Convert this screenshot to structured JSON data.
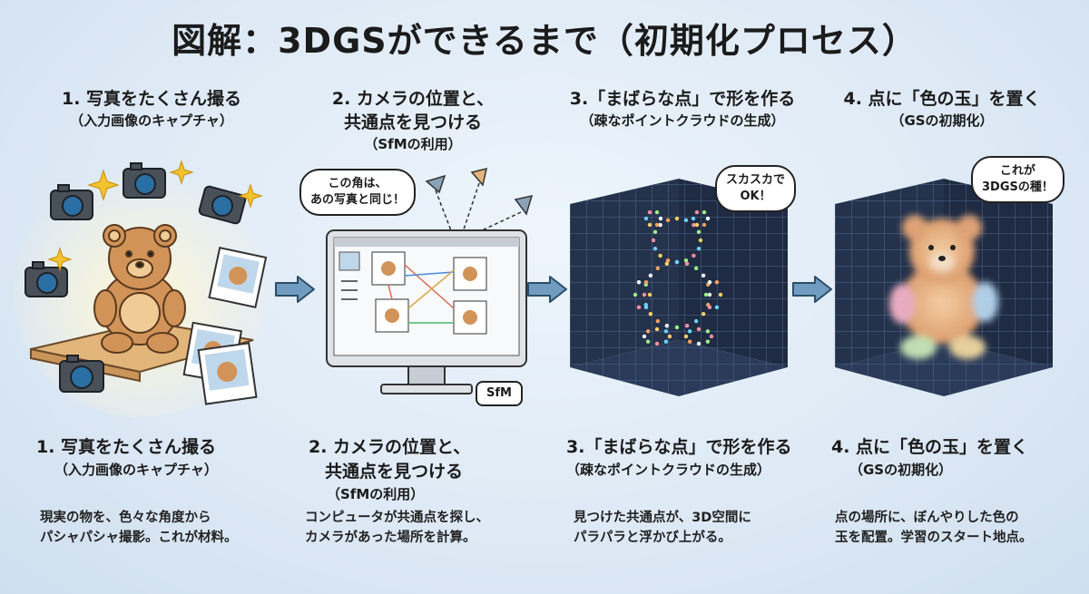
{
  "title": "図解：3DGSができるまで（初期化プロセス）",
  "steps": [
    {
      "head1": "1. 写真をたくさん撮る",
      "head2": "（入力画像のキャプチャ）",
      "bottom1": "1. 写真をたくさん撮る",
      "bottom2": "（入力画像のキャプチャ）",
      "desc1": "現実の物を、色々な角度から",
      "desc2": "パシャパシャ撮影。これが材料。"
    },
    {
      "head1": "2. カメラの位置と、",
      "head1b": "共通点を見つける",
      "head2": "（SfMの利用）",
      "bottom1": "2. カメラの位置と、",
      "bottom1b": "共通点を見つける",
      "bottom2": "（SfMの利用）",
      "desc1": "コンピュータが共通点を探し、",
      "desc2": "カメラがあった場所を計算。",
      "bubble1": "この角は、",
      "bubble2": "あの写真と同じ！",
      "tag": "SfM"
    },
    {
      "head1": "3.「まばらな点」で形を作る",
      "head2": "（疎なポイントクラウドの生成）",
      "bottom1": "3.「まばらな点」で形を作る",
      "bottom2": "（疎なポイントクラウドの生成）",
      "desc1": "見つけた共通点が、3D空間に",
      "desc2": "パラパラと浮かび上がる。",
      "bubble1": "スカスカで",
      "bubble2": "OK！"
    },
    {
      "head1": "4. 点に「色の玉」を置く",
      "head2": "（GSの初期化）",
      "bottom1": "4. 点に「色の玉」を置く",
      "bottom2": "（GSの初期化）",
      "desc1": "点の場所に、ぼんやりした色の",
      "desc2": "玉を配置。学習のスタート地点。",
      "bubble1": "これが",
      "bubble2": "3DGSの種！"
    }
  ],
  "icons": [
    "camera-icon",
    "teddy-bear-icon",
    "photo-icon",
    "monitor-icon",
    "right-arrow-icon",
    "sparkle-icon"
  ],
  "colors": {
    "background": "#dde9f5",
    "arrow": "#6f9cc0",
    "grid": "#2b3a57",
    "bear": "#c9884a"
  }
}
